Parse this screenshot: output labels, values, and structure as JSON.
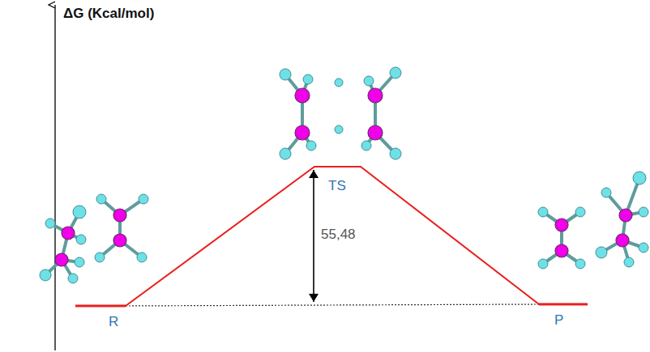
{
  "diagram": {
    "labels": [
      "ΔG (Kcal/mol)",
      "TS",
      "55,48",
      "R",
      "P"
    ]
  }
}
